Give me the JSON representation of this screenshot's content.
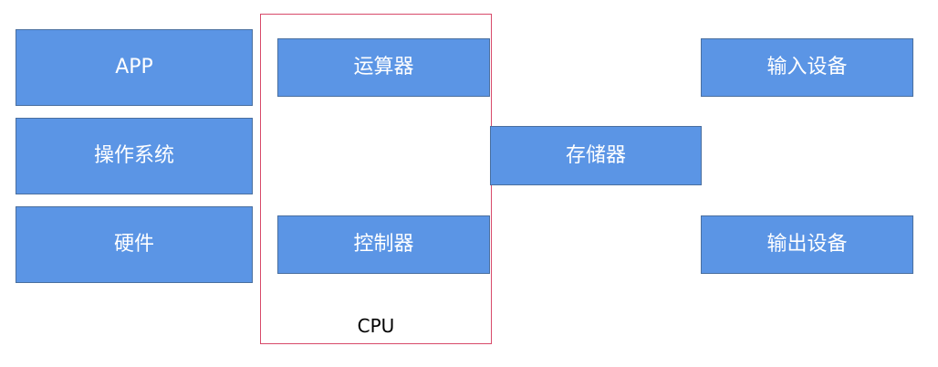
{
  "layers": {
    "app": "APP",
    "os": "操作系统",
    "hardware": "硬件"
  },
  "cpu": {
    "label": "CPU",
    "alu": "运算器",
    "controller": "控制器"
  },
  "memory": "存储器",
  "io": {
    "input": "输入设备",
    "output": "输出设备"
  },
  "colors": {
    "box_fill": "#5b95e5",
    "box_border": "#4a6f9f",
    "box_text": "#ffffff",
    "cpu_frame": "#d84a6a"
  }
}
